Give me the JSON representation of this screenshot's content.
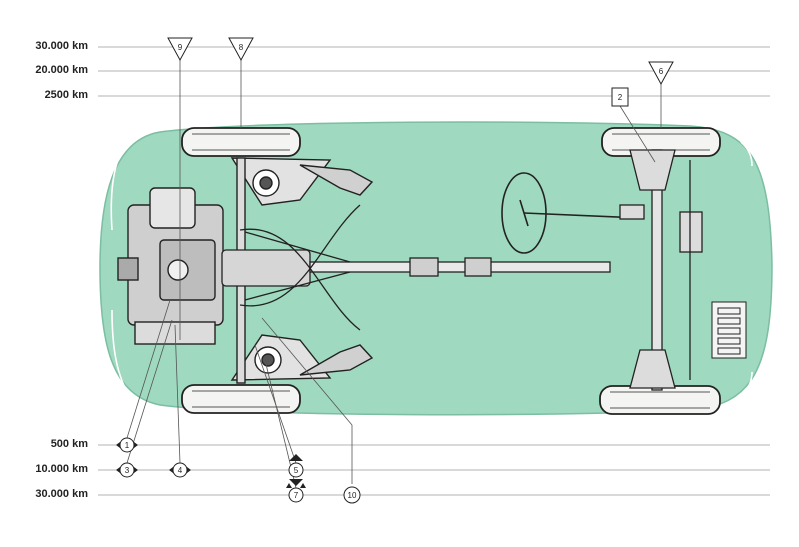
{
  "colors": {
    "body": "#9fd9bf",
    "body_edge": "#7cbea3",
    "ink": "#222222",
    "tyre": "#f4f4f2",
    "metal": "#d9d9d9"
  },
  "intervals_top": [
    {
      "label": "30.000 km",
      "markers": [
        "9",
        "8"
      ]
    },
    {
      "label": "20.000 km",
      "markers": [
        "6"
      ]
    },
    {
      "label": "2500 km",
      "markers": [
        "2"
      ]
    }
  ],
  "intervals_bottom": [
    {
      "label": "500 km",
      "markers": [
        "1"
      ]
    },
    {
      "label": "10.000 km",
      "markers": [
        "3",
        "4",
        "5"
      ]
    },
    {
      "label": "30.000 km",
      "markers": [
        "7",
        "10"
      ]
    }
  ]
}
